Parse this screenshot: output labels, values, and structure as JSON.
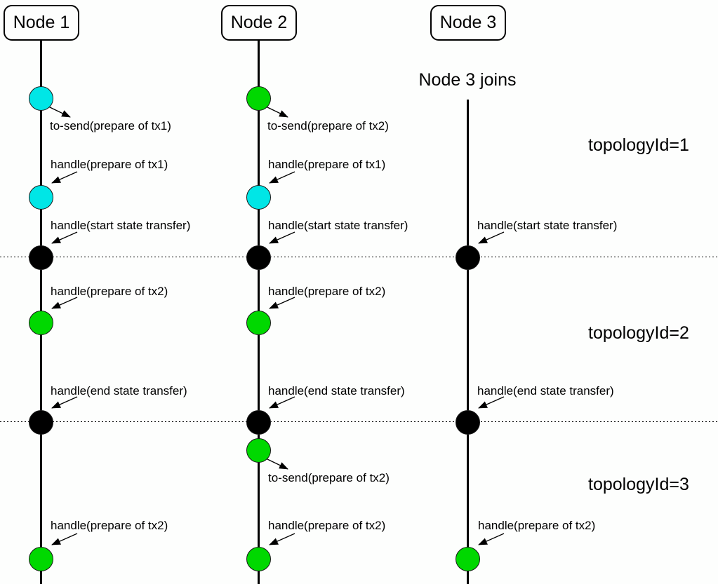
{
  "colors": {
    "cyan": "#00e6e6",
    "green": "#00d800",
    "black": "#000000"
  },
  "topology_labels": [
    {
      "label": "topologyId=1"
    },
    {
      "label": "topologyId=2"
    },
    {
      "label": "topologyId=3"
    }
  ],
  "lifelines": [
    {
      "name": "Node 1",
      "events": [
        {
          "type": "to-send",
          "dot": "cyan",
          "label": "to-send(prepare of tx1)"
        },
        {
          "type": "handle",
          "dot": "cyan",
          "label": "handle(prepare of tx1)"
        },
        {
          "type": "handle",
          "dot": "black",
          "label": "handle(start state transfer)"
        },
        {
          "type": "handle",
          "dot": "green",
          "label": "handle(prepare of tx2)"
        },
        {
          "type": "handle",
          "dot": "black",
          "label": "handle(end state transfer)"
        },
        {
          "type": "handle",
          "dot": "green",
          "label": "handle(prepare of tx2)"
        }
      ]
    },
    {
      "name": "Node 2",
      "events": [
        {
          "type": "to-send",
          "dot": "green",
          "label": "to-send(prepare of tx2)"
        },
        {
          "type": "handle",
          "dot": "cyan",
          "label": "handle(prepare of tx1)"
        },
        {
          "type": "handle",
          "dot": "black",
          "label": "handle(start state transfer)"
        },
        {
          "type": "handle",
          "dot": "green",
          "label": "handle(prepare of tx2)"
        },
        {
          "type": "handle",
          "dot": "black",
          "label": "handle(end state transfer)"
        },
        {
          "type": "to-send",
          "dot": "green",
          "label": "to-send(prepare of tx2)"
        },
        {
          "type": "handle",
          "dot": "green",
          "label": "handle(prepare of tx2)"
        }
      ]
    },
    {
      "name": "Node 3",
      "joins_note": "Node 3 joins",
      "events": [
        {
          "type": "handle",
          "dot": "black",
          "label": "handle(start state transfer)"
        },
        {
          "type": "handle",
          "dot": "black",
          "label": "handle(end state transfer)"
        },
        {
          "type": "handle",
          "dot": "green",
          "label": "handle(prepare of tx2)"
        }
      ]
    }
  ]
}
